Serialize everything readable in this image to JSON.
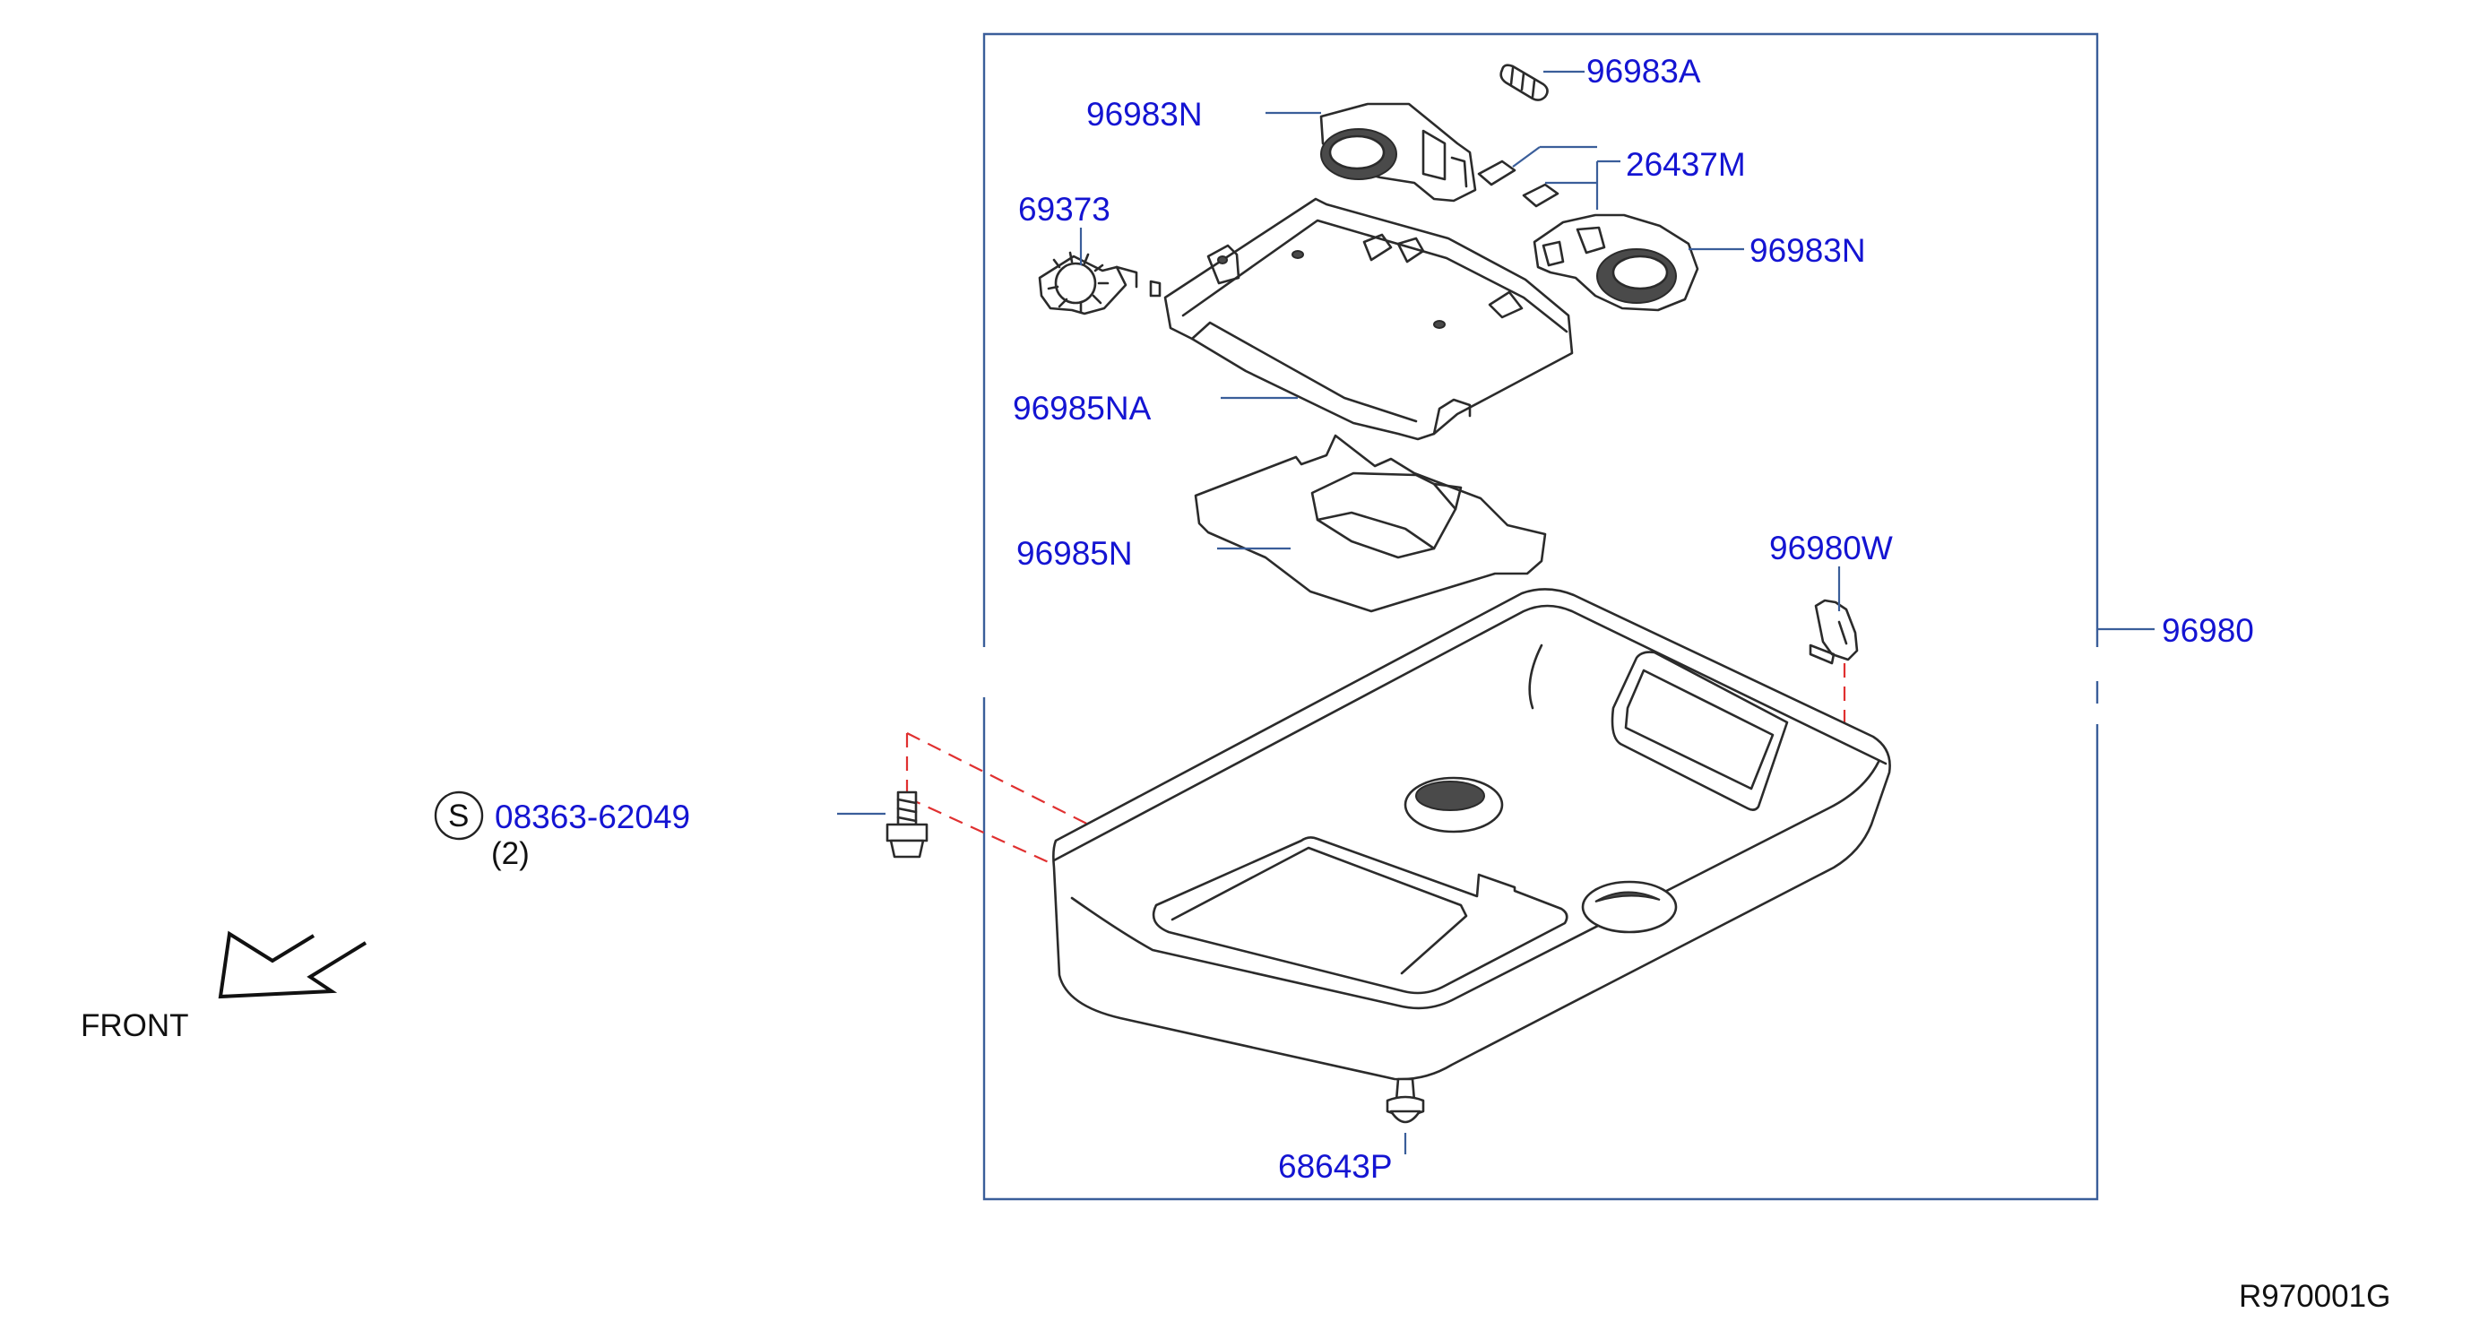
{
  "parts": {
    "p96983A": "96983A",
    "p96983N_top": "96983N",
    "p26437M": "26437M",
    "p69373": "69373",
    "p96983N_right": "96983N",
    "p96985NA": "96985NA",
    "p96985N": "96985N",
    "p96980W": "96980W",
    "p96980": "96980",
    "p08363": "08363-62049",
    "p08363_qty": "(2)",
    "p08363_symbol": "S",
    "p68643P": "68643P"
  },
  "direction_label": "FRONT",
  "diagram_code": "R970001G",
  "colors": {
    "label": "#1414d2",
    "leader": "#3a5e9a",
    "hidden_line": "#e03030",
    "part_outline": "#2b2b2b"
  }
}
